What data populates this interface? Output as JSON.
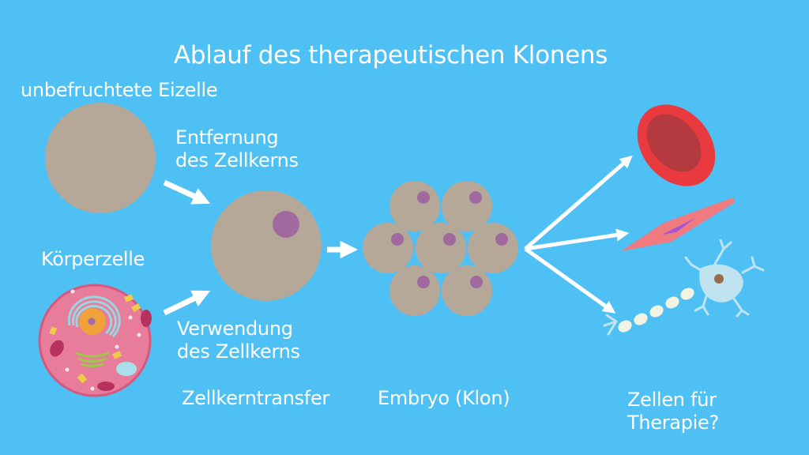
{
  "title": "Ablauf des therapeutischen Klonens",
  "labels": {
    "egg_cell": "unbefruchtete Eizelle",
    "nucleus_removal": [
      "Entfernung",
      "des Zellkerns"
    ],
    "body_cell": "Körperzelle",
    "nucleus_use": [
      "Verwendung",
      "des Zellkerns"
    ],
    "nuclear_transfer": "Zellkerntransfer",
    "embryo": "Embryo (Klon)",
    "therapy_cells": [
      "Zellen für",
      "Therapie?"
    ]
  },
  "colors": {
    "background": "#4fc0f4",
    "cell_body": "#b5a898",
    "nucleus": "#a06a9e",
    "arrow": "#ffffff",
    "body_cell_fill": "#e77d9a",
    "red_blood_cell_outer": "#e83a3f",
    "red_blood_cell_inner": "#b43a40",
    "muscle_cell": "#ef7a80",
    "muscle_nucleus": "#a455d6",
    "neuron": "#bfe3ef",
    "myelin": "#f3f3e4",
    "neuron_nucleus": "#9a6a4a"
  },
  "icons": {
    "egg_cell": "egg-cell-icon",
    "body_cell": "body-cell-icon",
    "clone_cell": "transferred-cell-icon",
    "embryo": "embryo-icon",
    "red_blood_cell": "red-blood-cell-icon",
    "muscle_cell": "muscle-cell-icon",
    "nerve_cell": "nerve-cell-icon"
  }
}
